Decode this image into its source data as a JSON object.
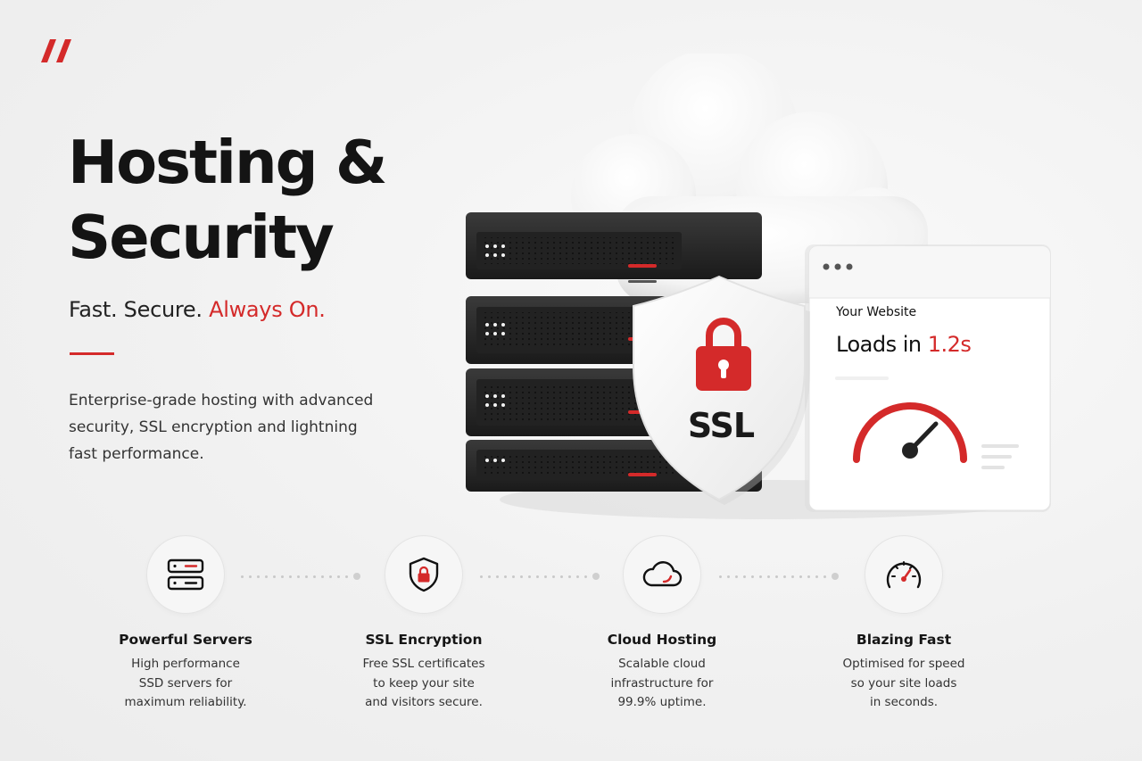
{
  "hero": {
    "title": "Hosting &\nSecurity",
    "tagline_plain": "Fast. Secure.",
    "tagline_accent": "Always On.",
    "description": "Enterprise-grade hosting with advanced security, SSL encryption and lightning fast performance."
  },
  "illustration": {
    "shield_label": "SSL",
    "browser_heading": "Your Website",
    "browser_loads_prefix": "Loads in",
    "browser_loads_value": "1.2s"
  },
  "features": [
    {
      "icon": "server-icon",
      "title": "Powerful Servers",
      "description": "High performance\nSSD servers for\nmaximum reliability."
    },
    {
      "icon": "shield-lock-icon",
      "title": "SSL Encryption",
      "description": "Free SSL certificates\nto keep your site\nand visitors secure."
    },
    {
      "icon": "cloud-icon",
      "title": "Cloud Hosting",
      "description": "Scalable cloud\ninfrastructure for\n99.9% uptime."
    },
    {
      "icon": "speedometer-icon",
      "title": "Blazing Fast",
      "description": "Optimised for speed\nso your site loads\nin seconds."
    }
  ],
  "colors": {
    "accent": "#d42a2a",
    "text": "#141414",
    "background": "#f1f1f1"
  }
}
